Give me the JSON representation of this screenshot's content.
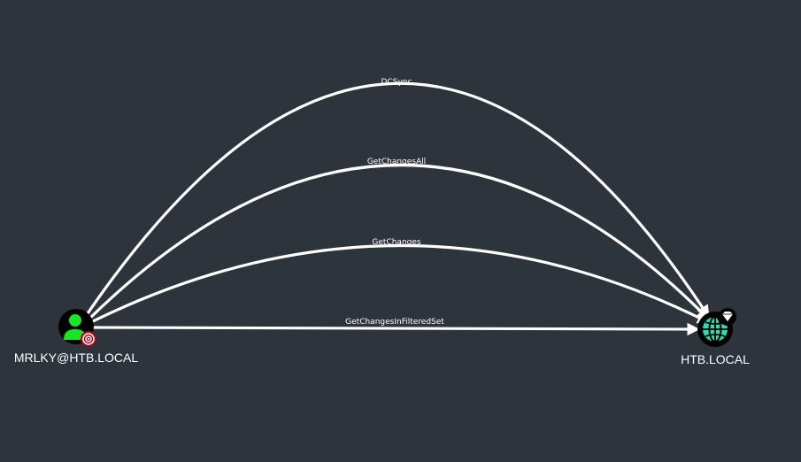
{
  "graph": {
    "nodes": [
      {
        "id": "user",
        "label": "MRLKY@HTB.LOCAL",
        "type": "User",
        "icon": "user-icon",
        "badge": "target-icon",
        "icon_color": "#17e625",
        "badge_color": "#b00016"
      },
      {
        "id": "domain",
        "label": "HTB.LOCAL",
        "type": "Domain",
        "icon": "globe-icon",
        "badge": "diamond-icon",
        "icon_color": "#17e6b9"
      }
    ],
    "edges": [
      {
        "label": "DCSync",
        "from": "user",
        "to": "domain"
      },
      {
        "label": "GetChangesAll",
        "from": "user",
        "to": "domain"
      },
      {
        "label": "GetChanges",
        "from": "user",
        "to": "domain"
      },
      {
        "label": "GetChangesInFilteredSet",
        "from": "user",
        "to": "domain"
      }
    ]
  },
  "colors": {
    "background": "#2e343b",
    "edge": "#ffffff",
    "node_fill": "#000000"
  }
}
